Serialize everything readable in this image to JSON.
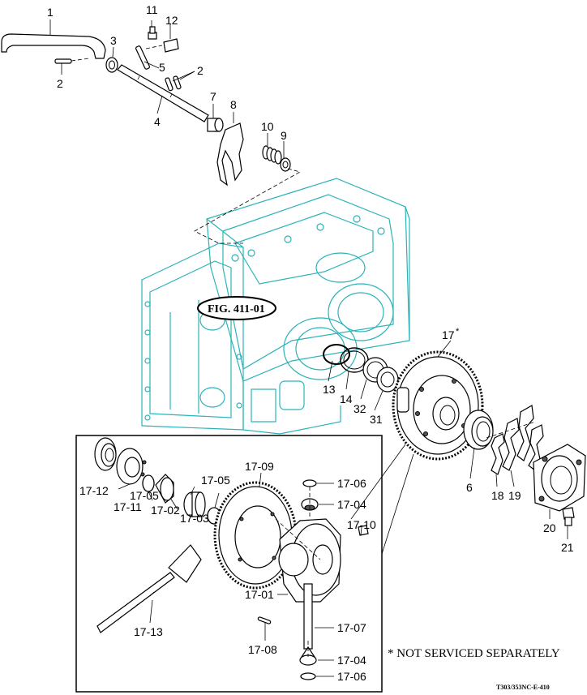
{
  "callouts": {
    "c1": "1",
    "c2a": "2",
    "c2b": "2",
    "c3": "3",
    "c4": "4",
    "c5": "5",
    "c7": "7",
    "c8": "8",
    "c9": "9",
    "c10": "10",
    "c11": "11",
    "c12": "12",
    "c13": "13",
    "c14": "14",
    "c32": "32",
    "c31": "31",
    "c17": "17",
    "c17star": "*",
    "c6": "6",
    "c18": "18",
    "c19": "19",
    "c20": "20",
    "c21": "21"
  },
  "detail": {
    "d1712": "17-12",
    "d1711": "17-11",
    "d1705a": "17-05",
    "d1705b": "17-05",
    "d1702": "17-02",
    "d1703": "17-03",
    "d1709": "17-09",
    "d1706a": "17-06",
    "d1704a": "17-04",
    "d1710": "17-10",
    "d1701": "17-01",
    "d1713": "17-13",
    "d1707": "17-07",
    "d1708": "17-08",
    "d1704b": "17-04",
    "d1706b": "17-06"
  },
  "fig_ref": "FIG. 411-01",
  "note": "* NOT SERVICED SEPARATELY",
  "drawing_code": "T303/353NC-E-410"
}
